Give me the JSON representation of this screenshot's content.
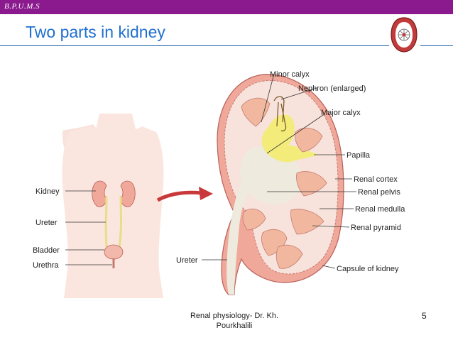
{
  "header": {
    "org": "B.P.U.M.S"
  },
  "slide": {
    "title": "Two parts in kidney"
  },
  "labels": {
    "kidney": "Kidney",
    "ureter_left": "Ureter",
    "bladder": "Bladder",
    "urethra": "Urethra",
    "minor_calyx": "Minor calyx",
    "nephron": "Nephron (enlarged)",
    "major_calyx": "Major calyx",
    "papilla": "Papilla",
    "renal_cortex": "Renal cortex",
    "renal_pelvis": "Renal pelvis",
    "renal_medulla": "Renal medulla",
    "renal_pyramid": "Renal pyramid",
    "ureter_right": "Ureter",
    "capsule": "Capsule of kidney"
  },
  "footer": {
    "line1": "Renal physiology- Dr. Kh.",
    "line2": "Pourkhalili",
    "page": "5"
  },
  "colors": {
    "banner": "#8b1a8e",
    "title": "#1f6fd0",
    "kidney": "#f2c9bf",
    "cortex": "#f7e3dc",
    "pelvis": "#eeeade",
    "pyramid": "#f1b89f",
    "calyx": "#f3ec7a",
    "arrow": "#c9383a"
  }
}
